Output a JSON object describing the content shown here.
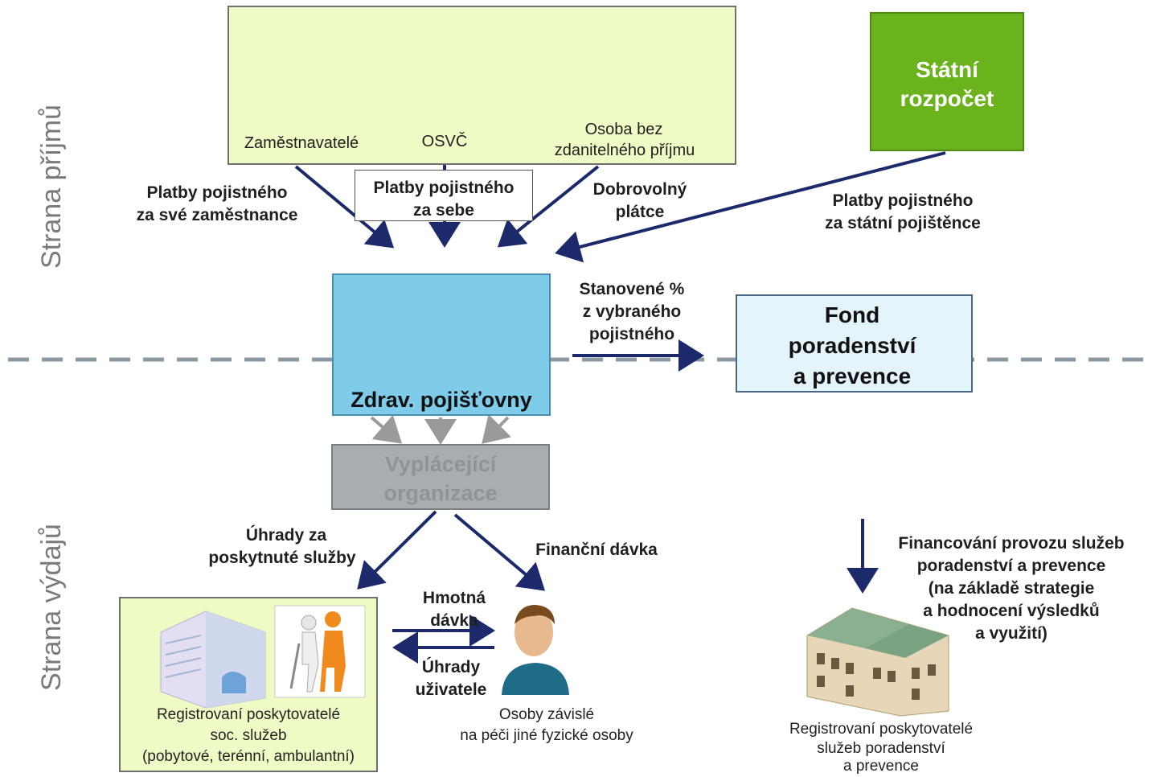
{
  "side_labels": {
    "income": "Strana příjmů",
    "expense": "Strana výdajů"
  },
  "payers": {
    "employers": "Zaměstnavatelé",
    "self_employed": "OSVČ",
    "no_income_line1": "Osoba bez",
    "no_income_line2": "zdanitelného příjmu"
  },
  "state_budget": {
    "line1": "Státní",
    "line2": "rozpočet"
  },
  "flows": {
    "employers_line1": "Platby pojistného",
    "employers_line2": "za své zaměstnance",
    "self_line1": "Platby pojistného",
    "self_line2": "za sebe",
    "voluntary_line1": "Dobrovolný",
    "voluntary_line2": "plátce",
    "state_line1": "Platby pojistného",
    "state_line2": "za státní pojištěnce",
    "percent_line1": "Stanovené %",
    "percent_line2": "z vybraného",
    "percent_line3": "pojistného",
    "services_line1": "Úhrady za",
    "services_line2": "poskytnuté služby",
    "financial": "Finanční dávka",
    "material_line1": "Hmotná",
    "material_line2": "dávka",
    "user_pay_line1": "Úhrady",
    "user_pay_line2": "uživatele",
    "funding_line1": "Financování provozu služeb",
    "funding_line2": "poradenství  a prevence",
    "funding_line3": "(na základě strategie",
    "funding_line4": "a hodnocení výsledků",
    "funding_line5": "a využití)"
  },
  "insurers": {
    "label": "Zdrav. pojišťovny"
  },
  "fund": {
    "line1": "Fond",
    "line2": "poradenství",
    "line3": "a prevence"
  },
  "payout": {
    "line1": "Vyplácející",
    "line2": "organizace"
  },
  "providers": {
    "line1": "Registrovaní poskytovatelé",
    "line2": "soc. služeb",
    "line3": "(pobytové, terénní,  ambulantní)"
  },
  "dependents": {
    "line1": "Osoby závislé",
    "line2": "na péči jiné fyzické osoby"
  },
  "counseling": {
    "line1": "Registrovaní poskytovatelé",
    "line2": "služeb poradenství",
    "line3": "a prevence"
  },
  "colors": {
    "payer_box_fill": "#eefbc4",
    "state_budget_fill": "#6bb31c",
    "insurer_fill": "#7fcbea",
    "fund_fill": "#e4f4fb",
    "payout_fill": "#a9adb0",
    "payout_text": "#8e9396",
    "arrow": "#1c2a6b",
    "gray_arrow": "#9a9a9a",
    "dashed_line": "#8c9aa3"
  }
}
